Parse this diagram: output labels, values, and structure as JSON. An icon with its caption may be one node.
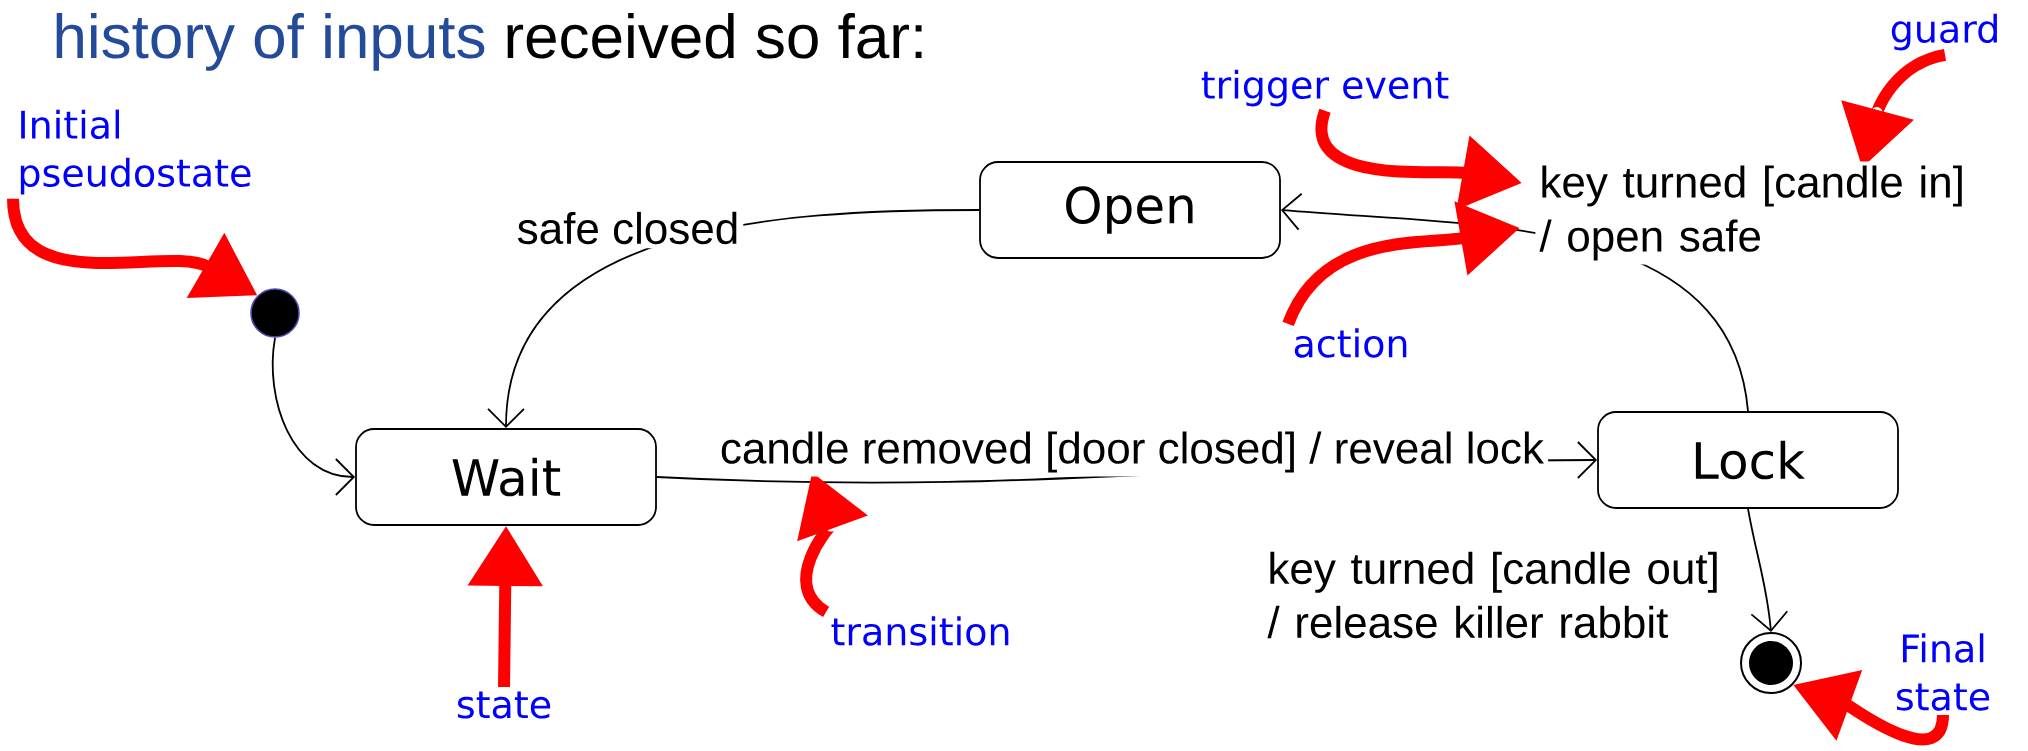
{
  "diagram": {
    "nodes": [
      {
        "text": [
          "Open"
        ]
      },
      {
        "text": [
          "Wait"
        ]
      },
      {
        "text": [
          "Lock"
        ]
      },
      {
        "text": [],
        "shape": "circle"
      },
      {
        "text": [],
        "shape": "circle"
      },
      {
        "text": [
          "Initial pseudostate"
        ]
      },
      {
        "text": [
          "state"
        ]
      },
      {
        "text": [
          "transition"
        ]
      },
      {
        "text": [
          "trigger event"
        ]
      },
      {
        "text": [
          "guard"
        ]
      },
      {
        "text": [
          "action"
        ]
      },
      {
        "text": [
          "Final state"
        ]
      }
    ],
    "edges": [
      {
        "from": 3,
        "to": 1,
        "arrow": "to",
        "color": "#000000"
      },
      {
        "from": 1,
        "to": 2,
        "arrow": "to",
        "label": "candle removed [door closed] / reveal lock",
        "color": "#000000"
      },
      {
        "from": 0,
        "to": 1,
        "arrow": "to",
        "label": "safe closed",
        "color": "#000000"
      },
      {
        "from": 2,
        "to": 0,
        "arrow": "to",
        "label": "key turned [candle in] / open safe",
        "color": "#000000"
      },
      {
        "from": 2,
        "to": 4,
        "arrow": "to",
        "label": "key turned [candle out] / release killer rabbit",
        "color": "#000000"
      },
      {
        "from": 5,
        "to": 3,
        "arrow": "to",
        "color": "#ff0000"
      },
      {
        "from": 6,
        "to": 1,
        "arrow": "to",
        "color": "#ff0000"
      },
      {
        "from": 7,
        "to": null,
        "arrow": "to",
        "color": "#ff0000"
      },
      {
        "from": 8,
        "to": null,
        "arrow": "to",
        "color": "#ff0000"
      },
      {
        "from": 9,
        "to": null,
        "arrow": "to",
        "color": "#ff0000"
      },
      {
        "from": 10,
        "to": null,
        "arrow": "to",
        "color": "#ff0000"
      },
      {
        "from": 11,
        "to": 4,
        "arrow": "to",
        "color": "#ff0000"
      }
    ],
    "labels": [
      "history of inputs",
      "received so far:"
    ]
  }
}
